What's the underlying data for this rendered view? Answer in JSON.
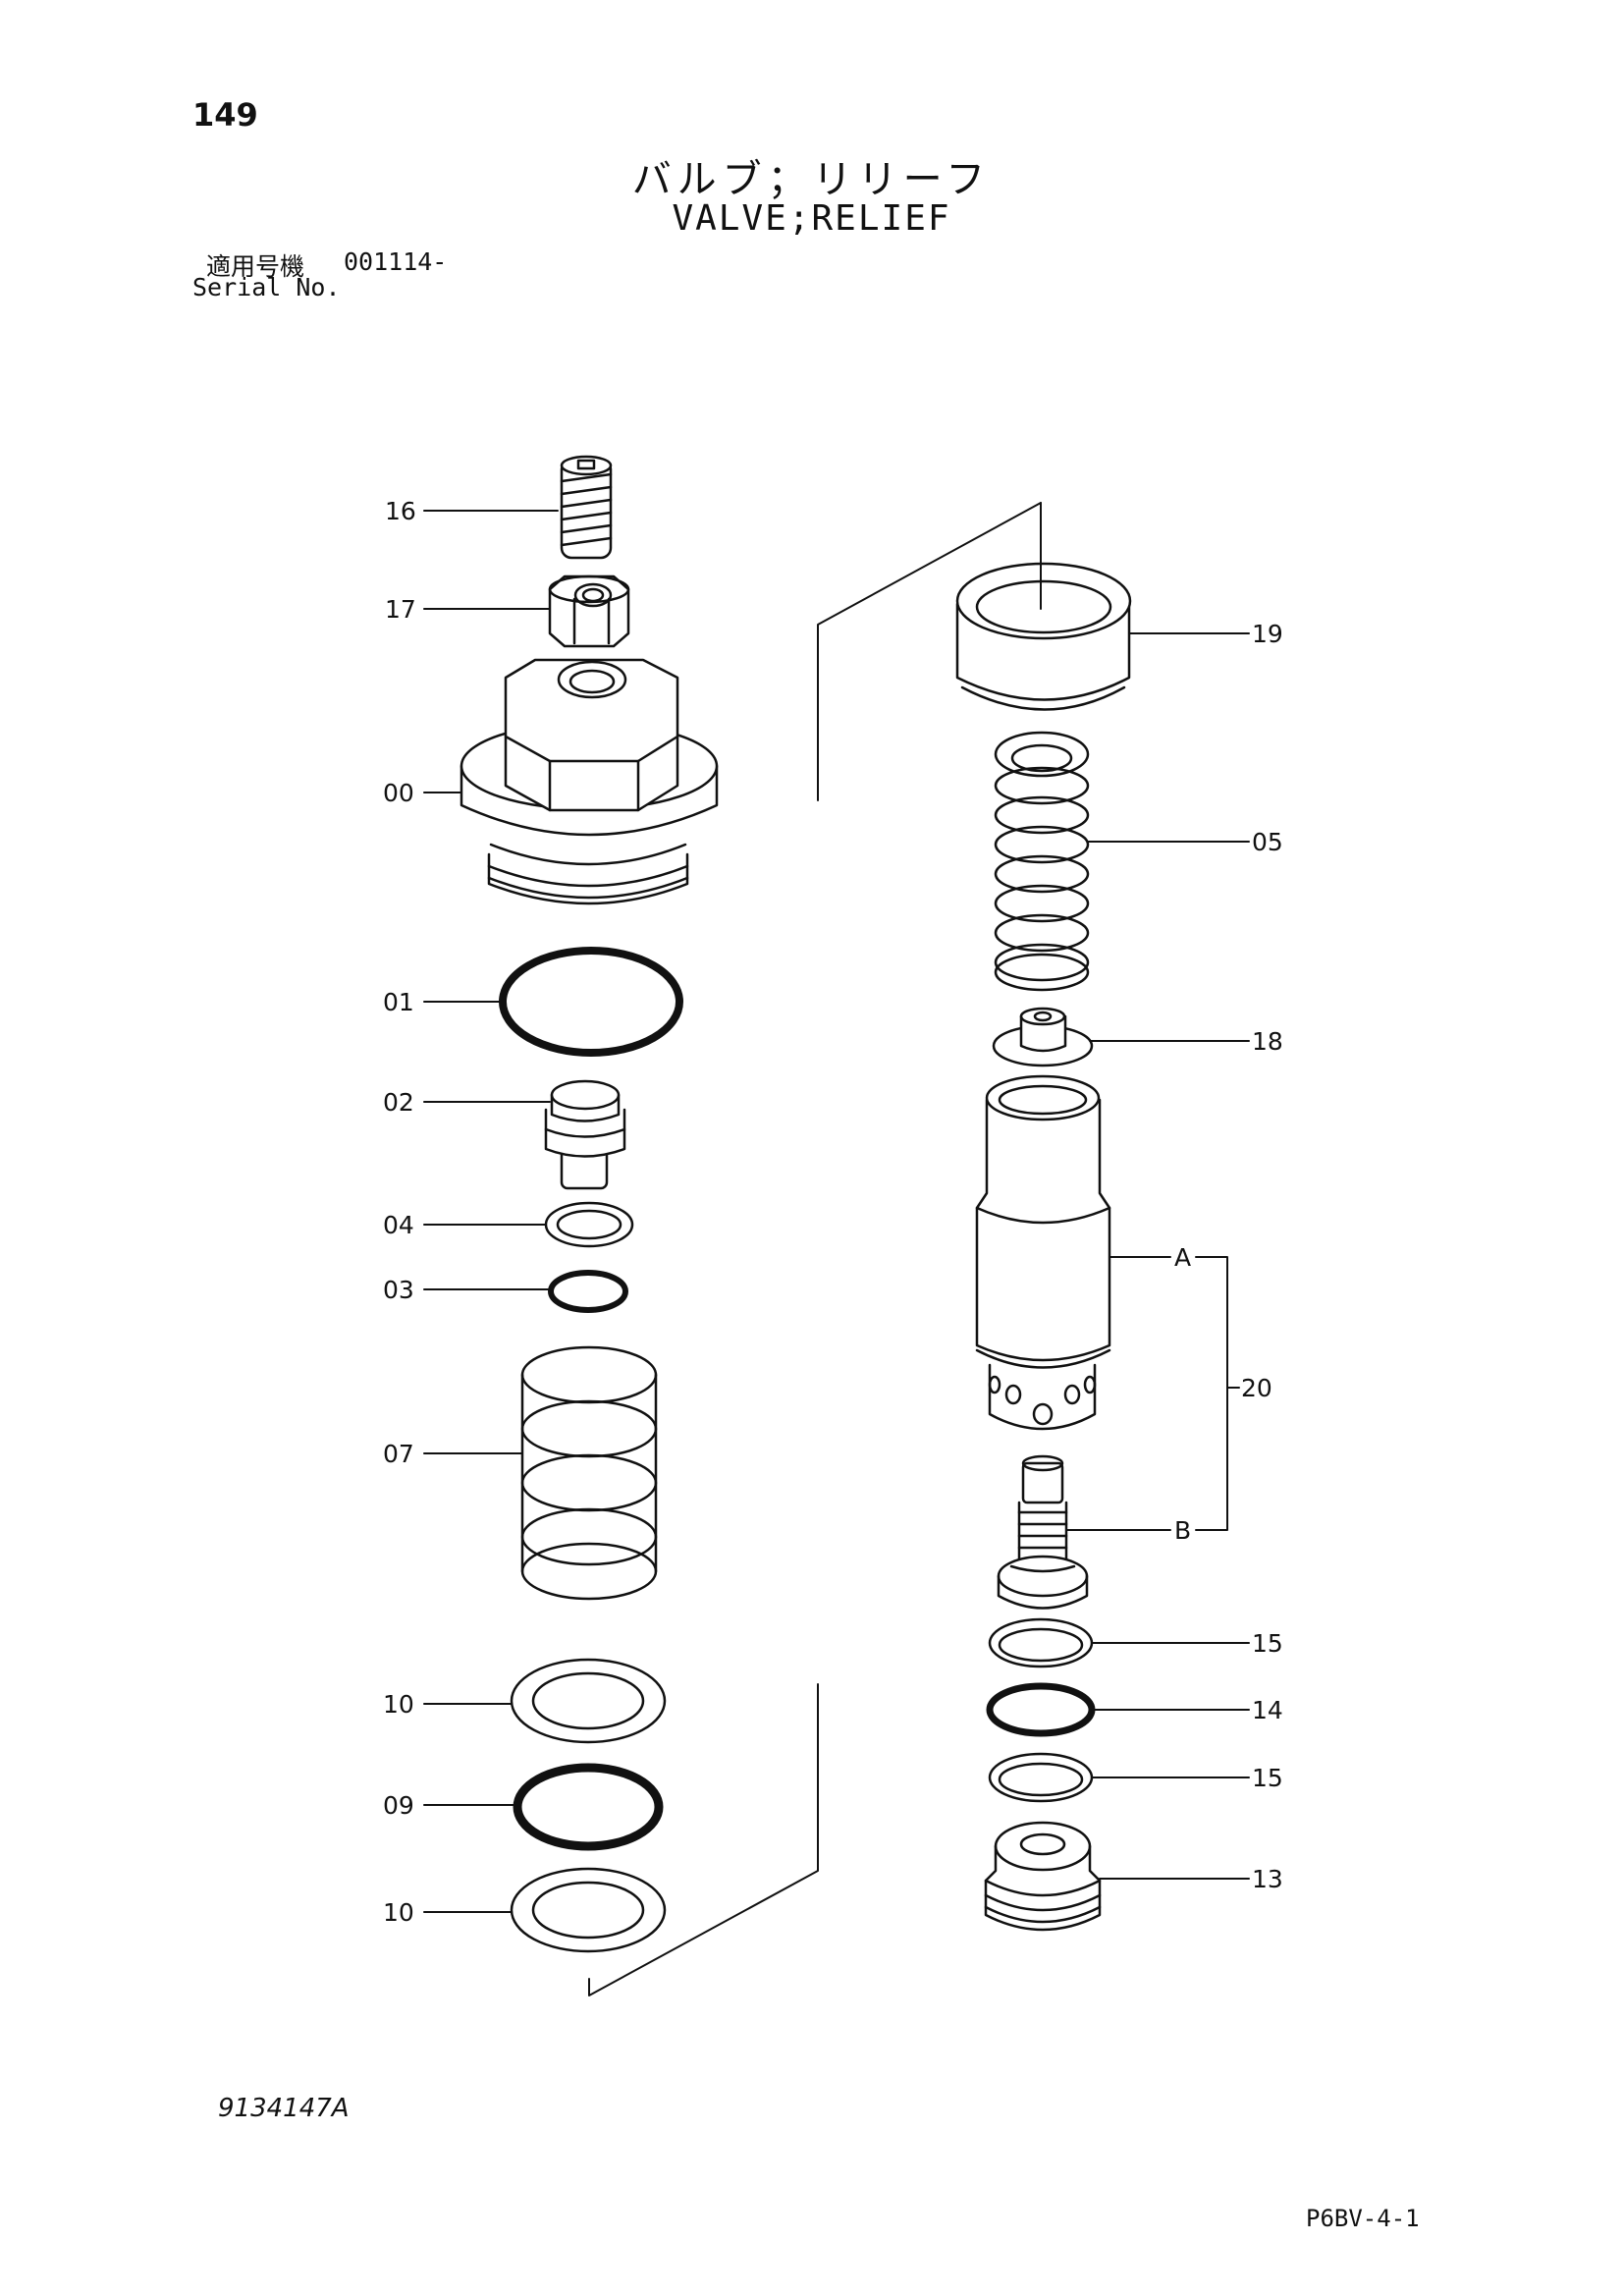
{
  "header": {
    "page_number": "149",
    "title_jp": "バルブ；リリーフ",
    "title_en": "VALVE;RELIEF",
    "serial_label_jp": "適用号機",
    "serial_value": "001114-",
    "serial_label_en": "Serial No."
  },
  "footer": {
    "drawing_number": "9134147A",
    "sheet_code": "P6BV-4-1"
  },
  "callouts": {
    "p16": "16",
    "p17": "17",
    "p00": "00",
    "p01": "01",
    "p02": "02",
    "p04": "04",
    "p03": "03",
    "p07": "07",
    "p10a": "10",
    "p09": "09",
    "p10b": "10",
    "p19": "19",
    "p05": "05",
    "p18": "18",
    "p20": "20",
    "sub_a": "A",
    "sub_b": "B",
    "p15a": "15",
    "p14": "14",
    "p15b": "15",
    "p13": "13"
  }
}
